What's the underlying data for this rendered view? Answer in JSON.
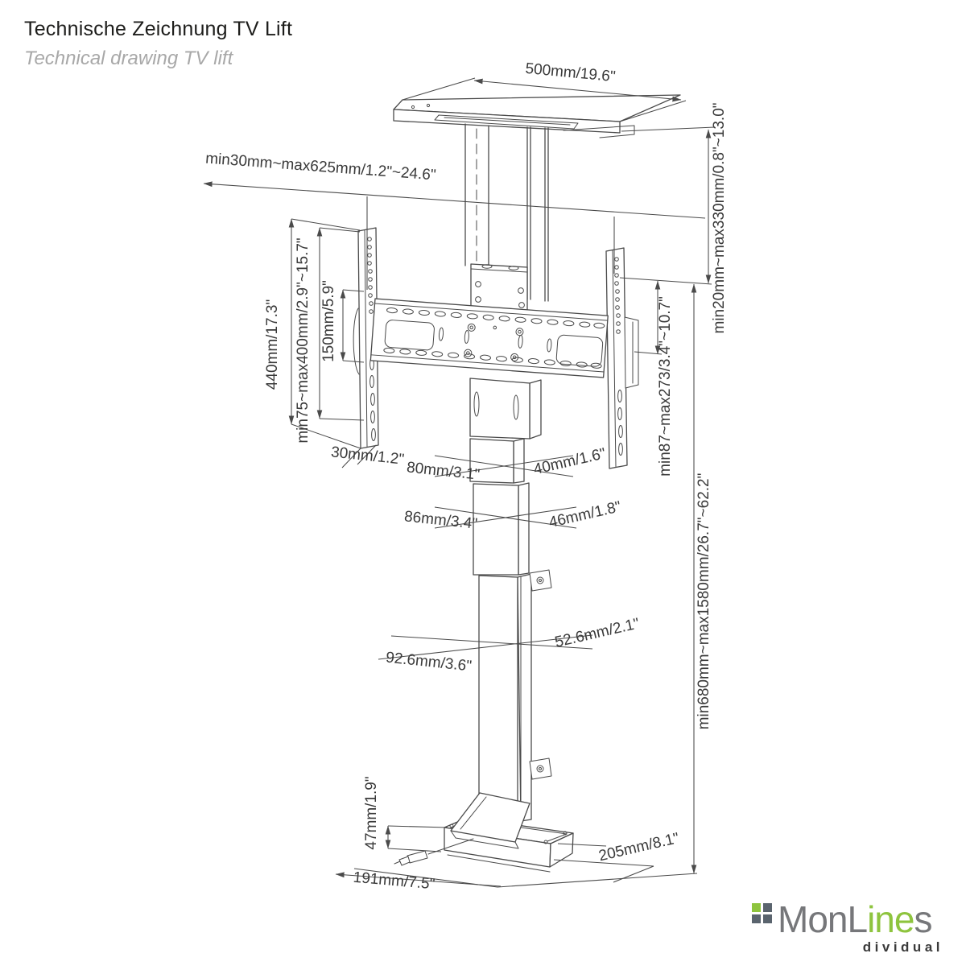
{
  "header": {
    "title": "Technische Zeichnung TV Lift",
    "subtitle": "Technical drawing TV lift"
  },
  "dims": {
    "top_width": "500mm/19.6\"",
    "top_clearance": "min30mm~max625mm/1.2\"~24.6\"",
    "vesa_height_overall": "440mm/17.3\"",
    "vesa_pattern_height": "min75~max400mm/2.9\"~15.7\"",
    "vesa_150": "150mm/5.9\"",
    "bracket_depth": "30mm/1.2\"",
    "tube1_front": "80mm/3.1\"",
    "tube1_side": "40mm/1.6\"",
    "tube2_front": "86mm/3.4\"",
    "tube2_side": "46mm/1.8\"",
    "tube3_front": "92.6mm/3.6\"",
    "tube3_side": "52.6mm/2.1\"",
    "base_height": "47mm/1.9\"",
    "base_width": "191mm/7.5\"",
    "base_depth": "205mm/8.1\"",
    "shelf_to_bracket": "min20mm~max330mm/0.8\"~13.0\"",
    "bracket_range": "min87~max273/3.4\"~10.7\"",
    "total_height": "min680mm~max1580mm/26.7\"~62.2\""
  },
  "logo": {
    "brand_part1": "MonL",
    "brand_part2": "ine",
    "brand_part3": "s",
    "tagline": "dividual"
  },
  "colors": {
    "line": "#4a4a4a",
    "label": "#3a3a3a",
    "logo_gray": "#76777a",
    "logo_green": "#8ec43e",
    "logo_slate": "#5a646e"
  }
}
